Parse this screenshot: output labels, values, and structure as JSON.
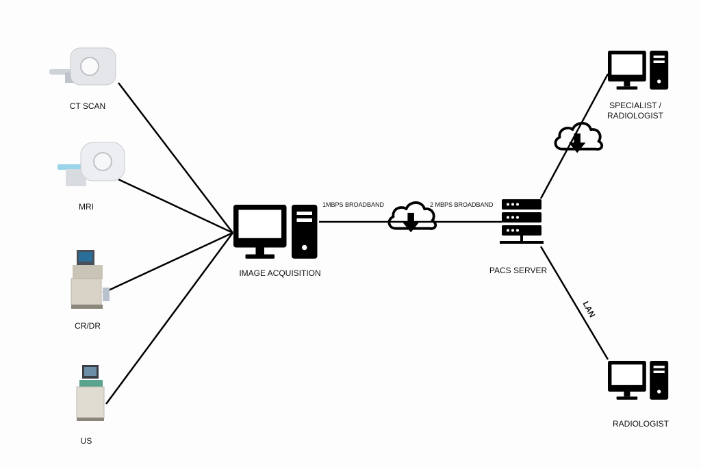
{
  "nodes": {
    "ct_scan": {
      "label": "CT SCAN",
      "icon": "ct-scanner-icon"
    },
    "mri": {
      "label": "MRI",
      "icon": "mri-scanner-icon"
    },
    "cr_dr": {
      "label": "CR/DR",
      "icon": "cr-dr-machine-icon"
    },
    "us": {
      "label": "US",
      "icon": "ultrasound-machine-icon"
    },
    "image_acquisition": {
      "label": "IMAGE ACQUISITION",
      "icon": "desktop-computer-icon"
    },
    "pacs_server": {
      "label": "PACS SERVER",
      "icon": "server-icon"
    },
    "specialist": {
      "label_line1": "SPECIALIST /",
      "label_line2": "RADIOLOGIST",
      "icon": "desktop-computer-icon"
    },
    "radiologist": {
      "label": "RADIOLOGIST",
      "icon": "desktop-computer-icon"
    }
  },
  "links": {
    "broadband_1": "1MBPS BROADBAND",
    "broadband_2": "2 MBPS BROADBAND",
    "lan": "LAN"
  },
  "colors": {
    "stroke": "#000000",
    "background": "#fdfdfd"
  }
}
